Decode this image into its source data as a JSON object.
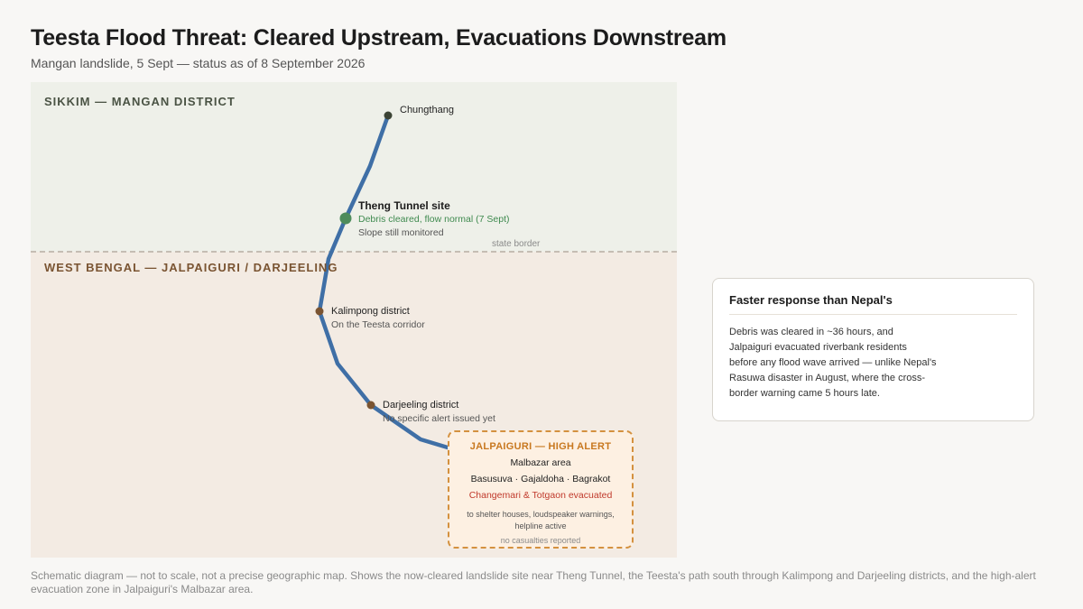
{
  "header": {
    "title": "Teesta Flood Threat: Cleared Upstream, Evacuations Downstream",
    "subtitle": "Mangan landslide, 5 Sept — status as of 8 September 2026"
  },
  "map": {
    "regions": {
      "sikkim": "SIKKIM — MANGAN DISTRICT",
      "west_bengal": "WEST BENGAL — JALPAIGURI / DARJEELING",
      "border_label": "state border"
    },
    "places": {
      "chungthang": {
        "name": "Chungthang"
      },
      "theng": {
        "name": "Theng Tunnel site",
        "status": "Debris cleared, flow normal (7 Sept)",
        "note": "Slope still monitored"
      },
      "kalimpong": {
        "name": "Kalimpong district",
        "note": "On the Teesta corridor"
      },
      "darjeeling": {
        "name": "Darjeeling district",
        "note": "No specific alert issued yet"
      }
    },
    "alert_zone": {
      "title": "JALPAIGURI — HIGH ALERT",
      "area": "Malbazar area",
      "villages": "Basusuva · Gajaldoha · Bagrakot",
      "evacuated": "Changemari & Totgaon evacuated",
      "measures": "to shelter houses, loudspeaker warnings, helpline active",
      "casualties": "no casualties reported"
    },
    "colors": {
      "river": "#3f6fa6",
      "sikkim_bg": "#eef0e9",
      "wb_bg": "#f3ebe3",
      "cleared_marker": "#4e8c5c",
      "district_marker": "#7a5432",
      "alert_border": "#d4913f"
    }
  },
  "callout": {
    "title": "Faster response than Nepal's",
    "body": "Debris was cleared in ~36 hours, and Jalpaiguri evacuated riverbank residents before any flood wave arrived — unlike Nepal's Rasuwa disaster in August, where the cross-border warning came 5 hours late."
  },
  "footnote": "Schematic diagram — not to scale, not a precise geographic map. Shows the now-cleared landslide site near Theng Tunnel, the Teesta's path south through Kalimpong and Darjeeling districts, and the high-alert evacuation zone in Jalpaiguri's Malbazar area."
}
